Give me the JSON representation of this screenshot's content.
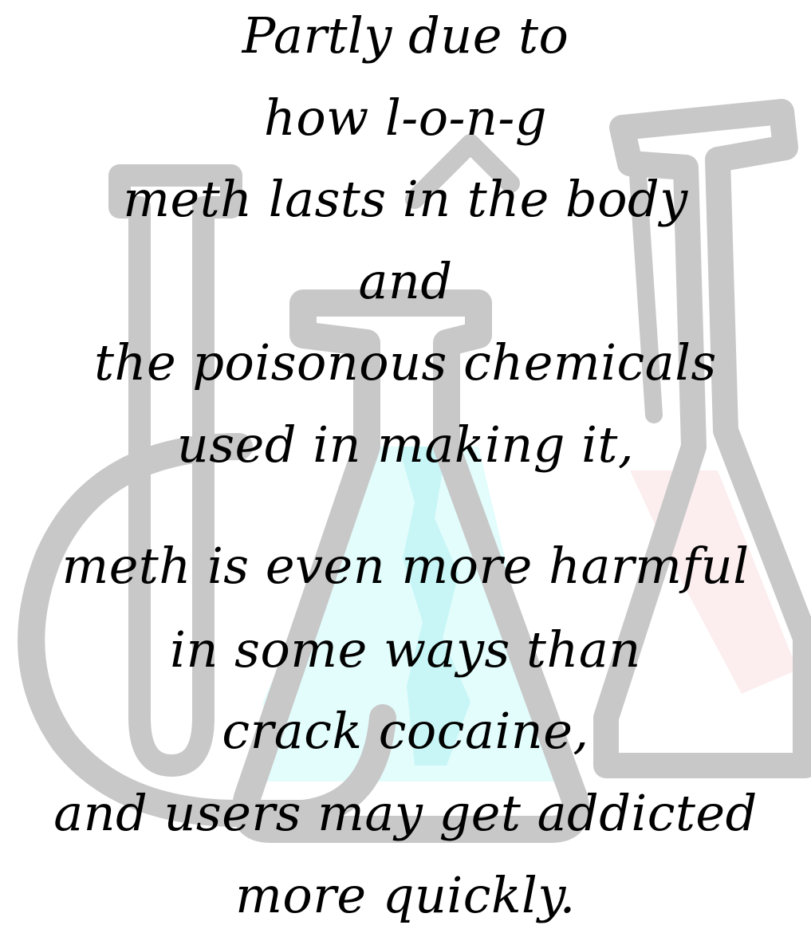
{
  "colors": {
    "background": "#ffffff",
    "text": "#000000",
    "glassware_outline": "#c8c8c8",
    "liquid_tint": "#d9fafa",
    "liquid_accent": "#c9f7f7",
    "pink_tint": "#fbecec"
  },
  "illustration": {
    "icon": "lab-glassware-icon"
  },
  "lines": [
    "Partly due to",
    "how l-o-n-g",
    "meth lasts in the body",
    "and",
    "the poisonous chemicals",
    "used in making it,",
    "meth is even more harmful",
    "in some ways than",
    "crack cocaine,",
    "and users may get addicted",
    "more quickly."
  ]
}
